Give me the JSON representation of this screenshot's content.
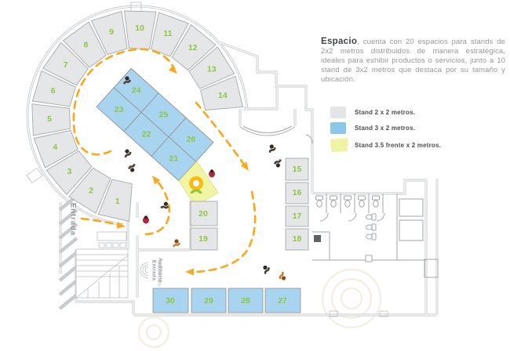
{
  "description": {
    "title": "Espacio",
    "body": ", cuenta con 20 espacios para stands de 2x2 metros distribuidos de manera estratégica, ideales para exhibir productos o servicios, junto a 10 stand de 3x2 metros que destaca por su tamaño y ubicación."
  },
  "legend": {
    "items": [
      {
        "label": "Stand 2 x 2 metros.",
        "color": "#E4E5E6"
      },
      {
        "label": "Stand 3 x 2 metros.",
        "color": "#8CC7EA"
      },
      {
        "label": "Stand 3.5 frente x 2 metros.",
        "color": "#F0F3A3"
      }
    ]
  },
  "plan": {
    "entrance_label": "Entrada",
    "auditorium_entrance": {
      "line1": "Entrada",
      "line2": "Auditorio"
    },
    "stand_numbers": [
      "1",
      "2",
      "3",
      "4",
      "5",
      "6",
      "7",
      "8",
      "9",
      "10",
      "11",
      "12",
      "13",
      "14",
      "15",
      "16",
      "17",
      "18",
      "19",
      "20",
      "21",
      "22",
      "23",
      "24",
      "25",
      "26",
      "27",
      "28",
      "29",
      "30"
    ]
  },
  "colors": {
    "route_accent": "#F8A91F",
    "stand_number_green": "#8DC63F",
    "stand_gray": "#E5E6E7",
    "stand_blue": "#A9D4EF",
    "stand_yellow": "#F1F4A2"
  }
}
